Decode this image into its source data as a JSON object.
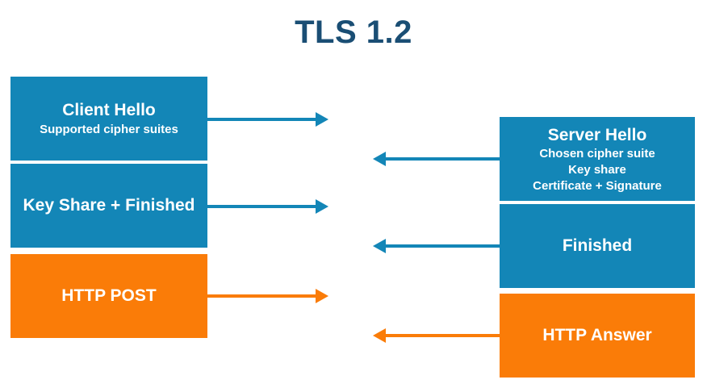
{
  "title": "TLS 1.2",
  "colors": {
    "blue": "#1386B7",
    "orange": "#FA7C08",
    "title_blue": "#1A4E74",
    "text_white": "#FFFFFF",
    "background": "#FFFFFF"
  },
  "client": {
    "messages": [
      {
        "title": "Client Hello",
        "details": [
          "Supported cipher suites"
        ],
        "color": "blue",
        "direction": "right"
      },
      {
        "title": "Key Share + Finished",
        "details": [],
        "color": "blue",
        "direction": "right"
      },
      {
        "title": "HTTP POST",
        "details": [],
        "color": "orange",
        "direction": "right"
      }
    ]
  },
  "server": {
    "messages": [
      {
        "title": "Server Hello",
        "details": [
          "Chosen cipher suite",
          "Key share",
          "Certificate + Signature"
        ],
        "color": "blue",
        "direction": "left"
      },
      {
        "title": "Finished",
        "details": [],
        "color": "blue",
        "direction": "left"
      },
      {
        "title": "HTTP Answer",
        "details": [],
        "color": "orange",
        "direction": "left"
      }
    ]
  }
}
